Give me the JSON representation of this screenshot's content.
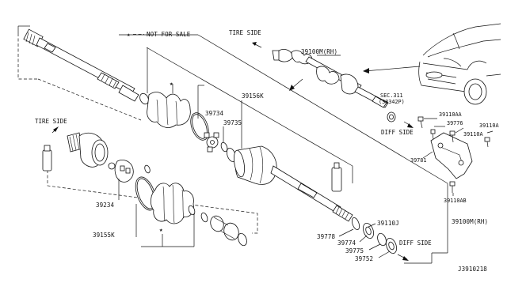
{
  "legend": {
    "star": "★",
    "text": "NOT FOR SALE"
  },
  "labels": {
    "tire_side_top": "TIRE SIDE",
    "tire_side_left": "TIRE SIDE",
    "diff_side_mid": "DIFF SIDE",
    "diff_side_bottom": "DIFF SIDE",
    "p39100M_RH_top": "39100M(RH)",
    "p39100M_RH_right": "39100M(RH)",
    "p39156K": "39156K",
    "p39734": "39734",
    "p39735": "39735",
    "p39234": "39234",
    "p39155K": "39155K",
    "sec311": "SEC.311",
    "p38342P": "(38342P)",
    "p39110AA": "39110AA",
    "p39776": "39776",
    "p39110A_1": "39110A",
    "p39110A_2": "39110A",
    "p39781": "39781",
    "p39110AB": "39110AB",
    "p39110J": "39110J",
    "p39778": "39778",
    "p39774": "39774",
    "p39775": "39775",
    "p39752": "39752",
    "star_a": "★",
    "star_b": "★"
  },
  "diagram_id": "J3910218"
}
